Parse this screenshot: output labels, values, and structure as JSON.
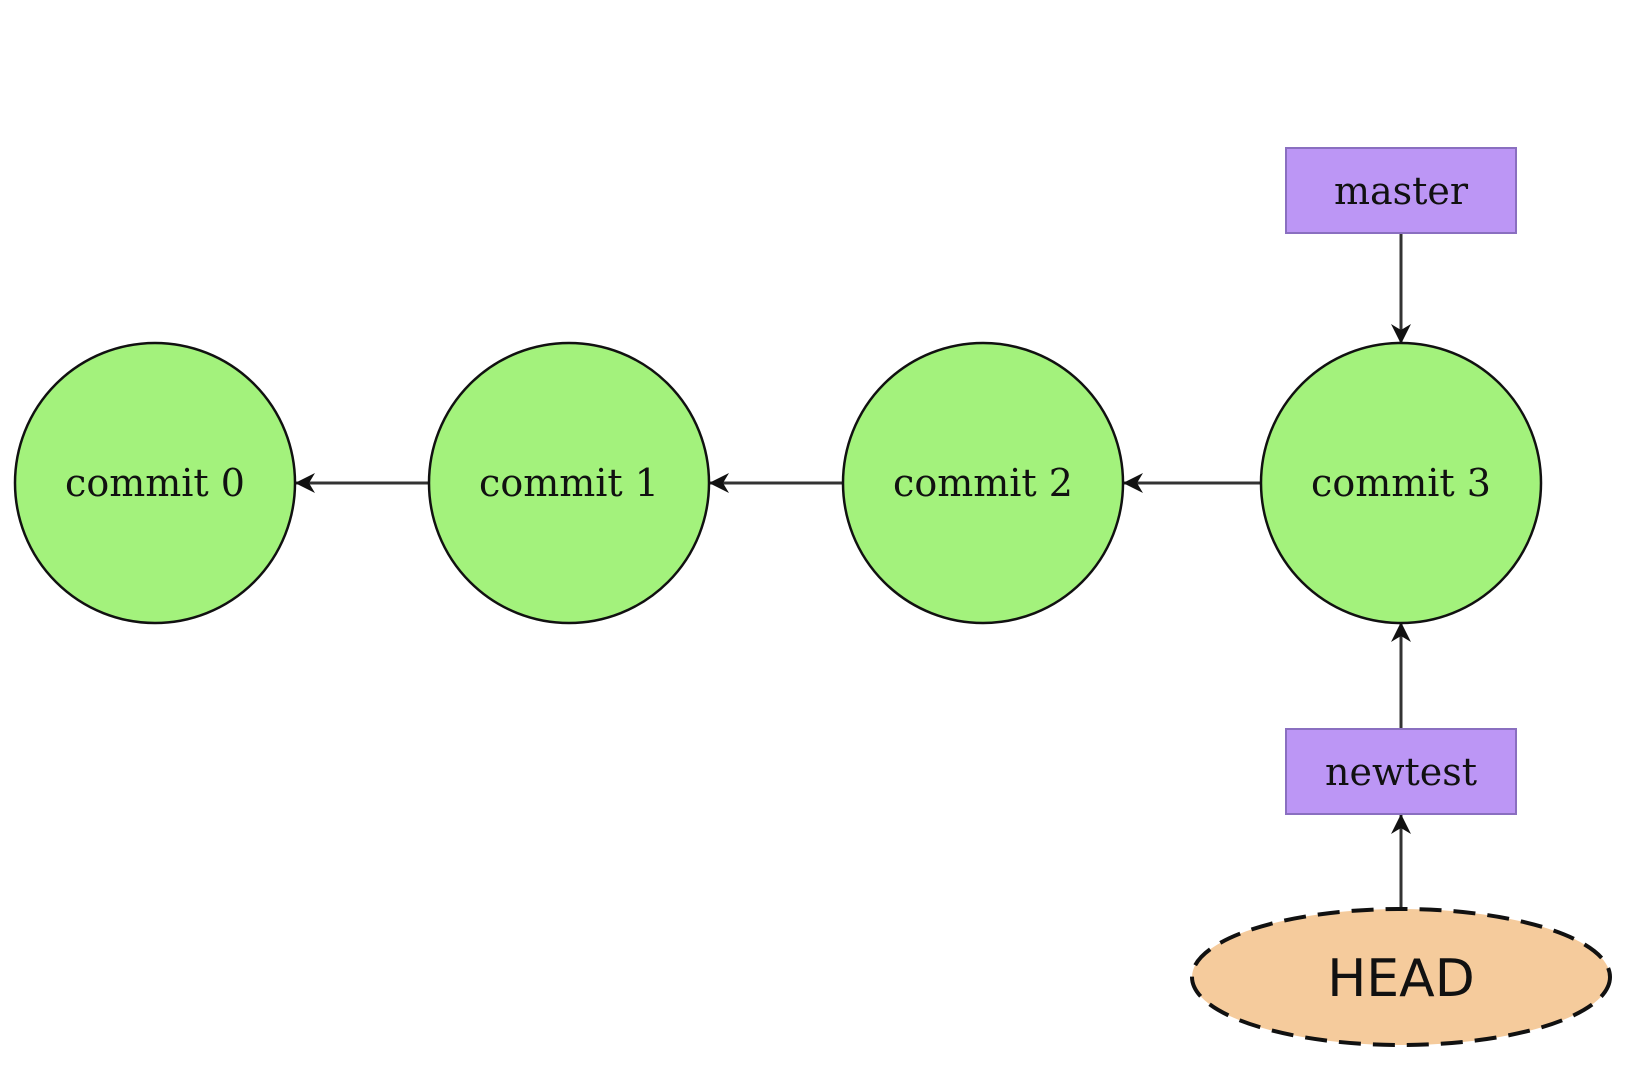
{
  "commits": [
    {
      "label": "commit 0"
    },
    {
      "label": "commit 1"
    },
    {
      "label": "commit 2"
    },
    {
      "label": "commit 3"
    }
  ],
  "branches": {
    "master": {
      "label": "master"
    },
    "newtest": {
      "label": "newtest"
    }
  },
  "head": {
    "label": "HEAD"
  },
  "colors": {
    "commit_fill": "#a3f27c",
    "branch_fill": "#bc96f5",
    "head_fill": "#f5cb9c",
    "stroke": "#111111",
    "background": "#ffffff"
  }
}
